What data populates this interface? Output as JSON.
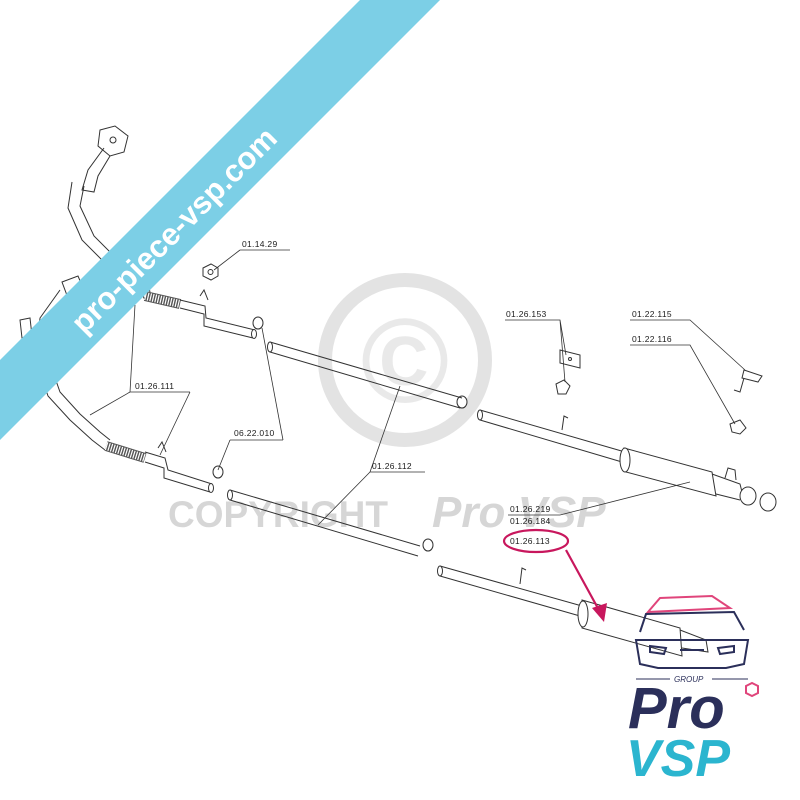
{
  "banner": {
    "text": "pro-piece-vsp.com",
    "color": "#7ccfe6"
  },
  "watermark": {
    "symbol": "©",
    "text": "COPYRIGHT",
    "brand": "Pro VSP"
  },
  "labels": [
    "01.14.29",
    "01.26.111",
    "06.22.010",
    "01.26.112",
    "01.26.153",
    "01.22.115",
    "01.22.116",
    "01.26.219",
    "01.26.184",
    "01.26.113"
  ],
  "highlight": {
    "label": "01.26.113",
    "color": "#c8175d"
  },
  "logo": {
    "group": "GROUP",
    "pro": "Pro",
    "vsp": "VSP",
    "primary": "#2b2f5a",
    "accent": "#2bb5cf",
    "pink": "#e0457b"
  }
}
